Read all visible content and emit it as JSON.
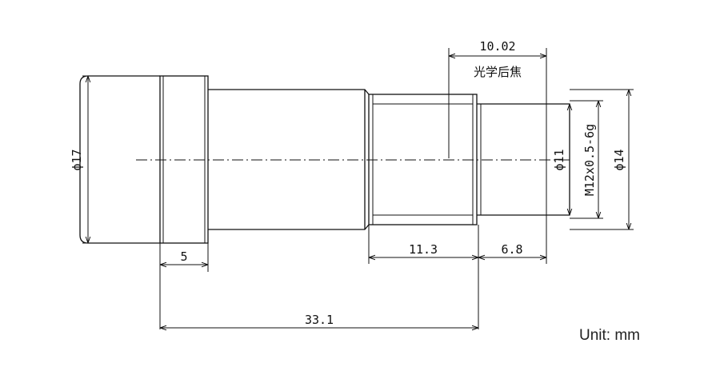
{
  "drawing": {
    "dimensions": {
      "back_focal_length": "10.02",
      "back_focal_caption": "光学后焦",
      "diameter_body": "ϕ17",
      "diameter_inner": "ϕ11",
      "thread": "M12x0.5-6g",
      "diameter_outer": "ϕ14",
      "rim_width": "5",
      "thread_length": "11.3",
      "end_length": "6.8",
      "total_length": "33.1"
    },
    "unit_label": "Unit: mm"
  }
}
